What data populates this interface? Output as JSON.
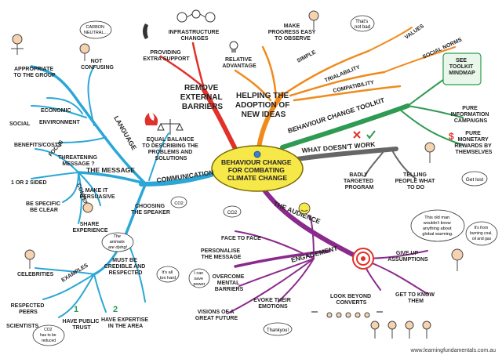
{
  "center": {
    "lines": [
      "BEHAVIOUR CHANGE",
      "FOR COMBATING",
      "CLIMATE CHANGE"
    ],
    "fill": "#f7e84a"
  },
  "branches": {
    "remove_barriers": {
      "color": "#e0312a",
      "title": [
        "REMOVE",
        "EXTERNAL",
        "BARRIERS"
      ],
      "items": {
        "infrastructure": [
          "INFRASTRUCTURE",
          "CHANGES"
        ],
        "support": [
          "PROVIDING",
          "EXTRA SUPPORT"
        ]
      }
    },
    "helping_adoption": {
      "color": "#f08a1c",
      "title": [
        "HELPING THE",
        "ADOPTION OF",
        "NEW IDEAS"
      ],
      "items": {
        "progress": [
          "MAKE",
          "PROGRESS EASY",
          "TO OBSERVE"
        ],
        "relative": [
          "RELATIVE",
          "ADVANTAGE"
        ],
        "simple": "SIMPLE",
        "trialability": "TRIALABILITY",
        "compatibility": "COMPATIBILITY",
        "values": "VALUES",
        "social_norms": "SOCIAL NORMS"
      }
    },
    "toolkit": {
      "color": "#2f9a52",
      "title": "BEHAVIOUR CHANGE TOOLKIT",
      "items": {
        "see_toolkit": [
          "SEE",
          "TOOLKIT",
          "MINDMAP"
        ],
        "info": [
          "PURE",
          "INFORMATION",
          "CAMPAIGNS"
        ],
        "rewards": [
          "PURE",
          "MONETARY",
          "REWARDS BY",
          "THEMSELVES"
        ]
      }
    },
    "doesnt_work": {
      "color": "#666666",
      "title": "WHAT DOESN'T WORK",
      "items": {
        "badly": [
          "BADLY",
          "TARGETED",
          "PROGRAM"
        ],
        "telling": [
          "TELLING",
          "PEOPLE WHAT",
          "TO DO"
        ]
      }
    },
    "audience": {
      "color": "#8a2a8c",
      "title": "THE AUDIENCE",
      "engagement": "ENGAGEMENT",
      "items": {
        "face": "FACE TO FACE",
        "personalise": [
          "PERSONALISE",
          "THE MESSAGE"
        ],
        "overcome": [
          "OVERCOME",
          "MENTAL",
          "BARRIERS"
        ],
        "visions": [
          "VISIONS OF A",
          "GREAT FUTURE"
        ],
        "emotions": [
          "EVOKE THEIR",
          "EMOTIONS"
        ],
        "converts": [
          "LOOK BEYOND",
          "CONVERTS"
        ],
        "assumptions": [
          "GIVE UP",
          "ASSUMPTIONS"
        ],
        "know": [
          "GET TO KNOW",
          "THEM"
        ]
      }
    },
    "communication": {
      "color": "#2aa7d6",
      "title": "COMMUNICATION",
      "language": "LANGUAGE",
      "message": "THE MESSAGE",
      "focus": "FOCUS",
      "content": "CONTENT",
      "items": {
        "appropriate": [
          "APPROPRIATE",
          "TO THE GROUP"
        ],
        "not_confusing": [
          "NOT",
          "CONFUSING"
        ],
        "economic": "ECONOMIC",
        "social": "SOCIAL",
        "environment": "ENVIRONMENT",
        "benefits": "BENEFITS/COSTS",
        "threatening": [
          "THREATENING",
          "MESSAGE ?"
        ],
        "sided": "1 OR 2 SIDED",
        "persuasive": [
          "MAKE IT",
          "PERSUASIVE"
        ],
        "specific": [
          "BE SPECIFIC",
          "BE CLEAR"
        ],
        "share": [
          "SHARE",
          "EXPERIENCE"
        ],
        "equal": [
          "EQUAL BALANCE",
          "TO DESCRIBING THE",
          "PROBLEMS AND",
          "SOLUTIONS"
        ],
        "speaker": [
          "CHOOSING",
          "THE SPEAKER"
        ],
        "credible": [
          "MUST BE",
          "CREDIBLE AND",
          "RESPECTED"
        ],
        "examples": "EXAMPLES",
        "celebrities": "CELEBRITIES",
        "peers": [
          "RESPECTED",
          "PEERS"
        ],
        "scientists": "SCIENTISTS",
        "trust": [
          "HAVE PUBLIC",
          "TRUST"
        ],
        "expertise": [
          "HAVE EXPERTISE",
          "IN THE AREA"
        ]
      }
    }
  },
  "speech": {
    "carbon": [
      "CARBON",
      "NEUTRAL..."
    ],
    "not_bad": [
      "That's",
      "not bad"
    ],
    "animals": [
      "The",
      "animals",
      "are dying!"
    ],
    "co2": "CO2",
    "too_hard": [
      "It's all",
      "too hard"
    ],
    "save_power": [
      "I can",
      "save",
      "power"
    ],
    "thank_you": "Thankyou!",
    "got_lost": "Get lost",
    "old_man": [
      "This old man",
      "wouldn't know",
      "anything about",
      "global warming."
    ],
    "from_coal": [
      "It's from",
      "burning coal,",
      "oil and gas"
    ],
    "scientist": [
      "CO2",
      "has to be",
      "reduced"
    ],
    "labels": {
      "one": "1",
      "two": "2"
    }
  },
  "footer": "www.learningfundamentals.com.au",
  "icons": [
    "telephone-icon",
    "target-icon",
    "lightbulb-icon",
    "globe-icon",
    "smiley-icon",
    "check-icon",
    "cross-icon",
    "dollar-icon",
    "scales-icon",
    "fire-icon"
  ]
}
